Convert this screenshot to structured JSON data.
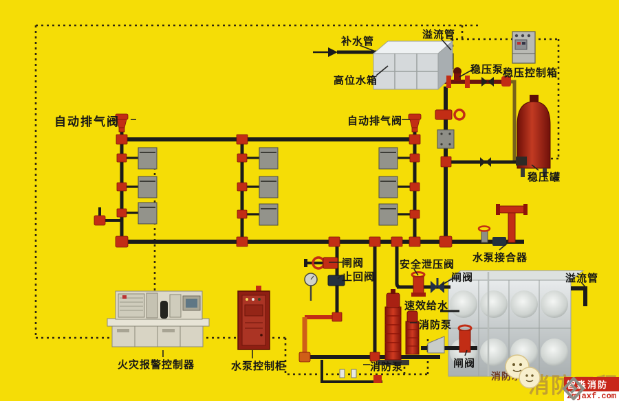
{
  "labels": {
    "makeup_pipe": "补水管",
    "overflow_pipe_top": "溢流管",
    "high_level_tank": "高位水箱",
    "stabilizer_pump": "稳压泵",
    "stabilizer_control_box": "稳压控制箱",
    "auto_air_valve_left": "自动排气阀",
    "auto_air_valve_mid": "自动排气阀",
    "stabilizer_tank": "稳压罐",
    "pump_coupler": "水泵接合器",
    "gate_valve_1": "闸阀",
    "check_valve": "止回阀",
    "safety_relief_valve": "安全泄压阀",
    "gate_valve_2": "闸阀",
    "quick_water_supply": "速效给水",
    "fire_pump_right": "消防泵",
    "fire_pump_bottom": "消防泵",
    "gate_valve_3": "闸阀",
    "fire_alarm_controller": "火灾报警控制器",
    "pump_control_cabinet": "水泵控制柜",
    "fire_water_tank": "消防水箱",
    "overflow_pipe_right": "溢流管"
  },
  "watermark": {
    "project_text": "消防工程",
    "brand_name": "智淼消防",
    "brand_url": "zmjaxf.com"
  },
  "colors": {
    "background": "#f5dd06",
    "pipe": "#1b1b1b",
    "fitting_red": "#c22d15",
    "wire": "#2f2610",
    "stab_tank_red": "#8e170d",
    "cabinet_red": "#a3291b"
  }
}
